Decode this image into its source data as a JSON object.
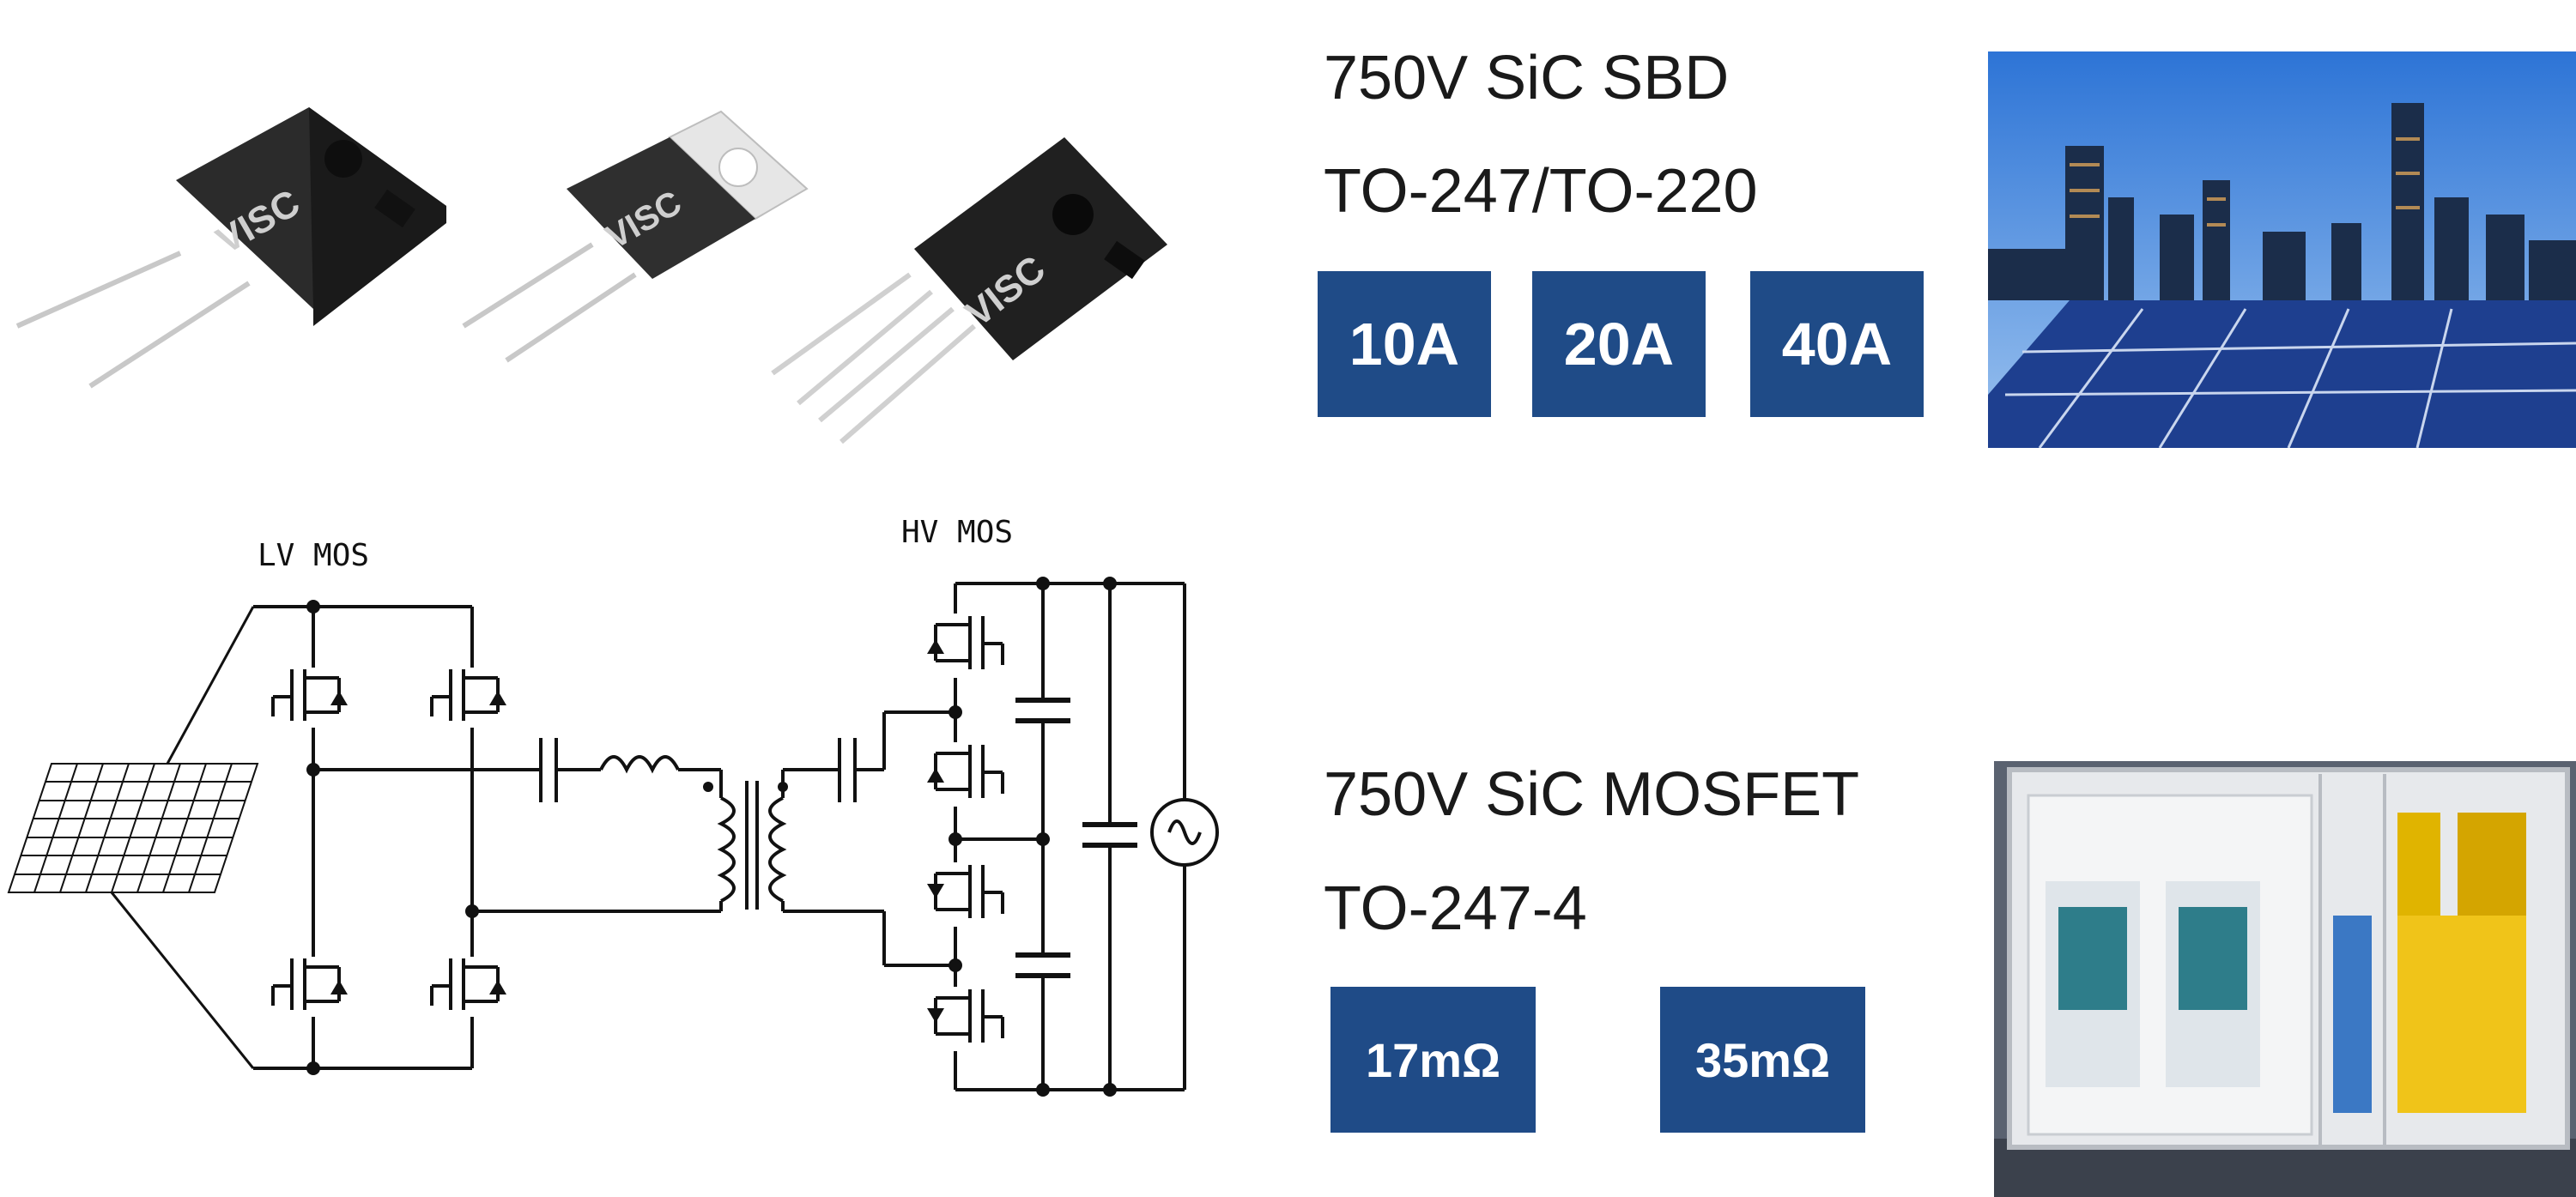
{
  "sbd": {
    "title": "750V SiC SBD",
    "package": "TO-247/TO-220",
    "currents": [
      "10A",
      "20A",
      "40A"
    ]
  },
  "mosfet": {
    "title": "750V SiC MOSFET",
    "package": "TO-247-4",
    "resistances": [
      "17mΩ",
      "35mΩ"
    ]
  },
  "product_logo": "VISC",
  "circuit": {
    "lv_label": "LV MOS",
    "hv_label": "HV MOS"
  },
  "colors": {
    "badge": "#1f4b87",
    "package_body": "#2b2b2b",
    "sky": "#1d5fbf",
    "solar": "#1e3f8f"
  }
}
